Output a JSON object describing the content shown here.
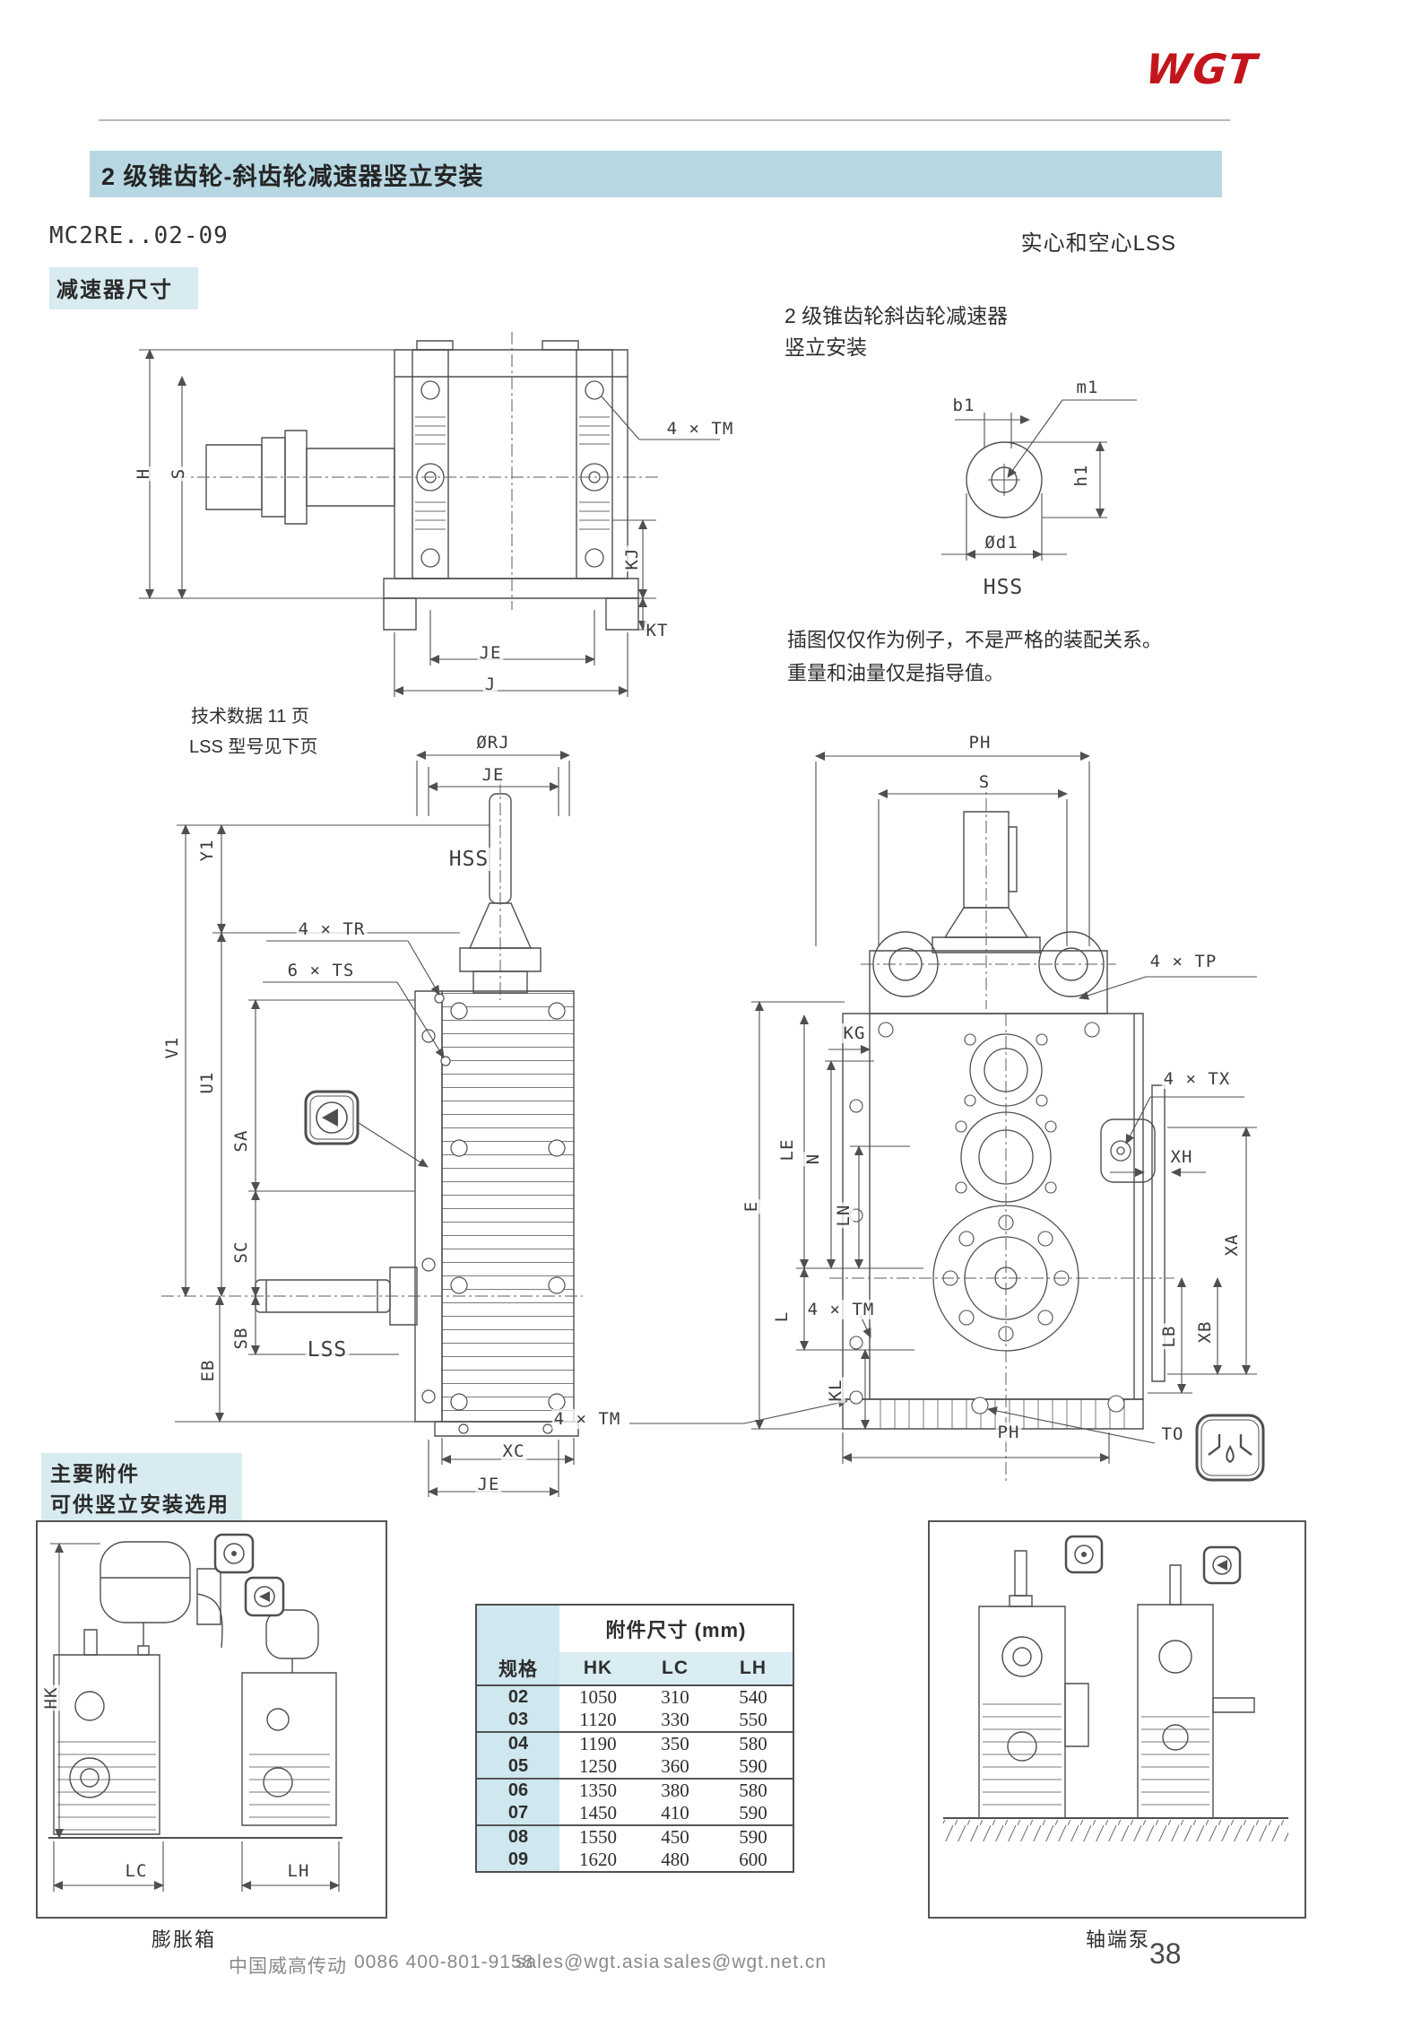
{
  "logo": {
    "text": "WGT"
  },
  "header": {
    "title": "2 级锥齿轮-斜齿轮减速器竖立安装"
  },
  "model_code": "MC2RE..02-09",
  "shaft_type": "实心和空心LSS",
  "section_dimensions": "减速器尺寸",
  "right_heading": {
    "line1": "2 级锥齿轮斜齿轮减速器",
    "line2": "竖立安装"
  },
  "note": {
    "line1": "插图仅仅作为例子，不是严格的装配关系。",
    "line2": "重量和油量仅是指导值。"
  },
  "refs": {
    "tech_data": "技术数据 11 页",
    "lss_model": "LSS 型号见下页"
  },
  "labels": {
    "tl": {
      "h": "H",
      "s": "S",
      "tm": "4 × TM",
      "kj": "KJ",
      "kt": "KT",
      "je": "JE",
      "j": "J"
    },
    "hss": {
      "b1": "b1",
      "m1": "m1",
      "h1": "h1",
      "d1": "Ød1",
      "caption": "HSS"
    },
    "mid": {
      "orj": "ØRJ",
      "je_top": "JE",
      "y1": "Y1",
      "v1": "V1",
      "u1": "U1",
      "sa": "SA",
      "sc": "SC",
      "sb": "SB",
      "eb": "EB",
      "hss": "HSS",
      "tr": "4 × TR",
      "ts": "6 × TS",
      "lss": "LSS",
      "xc": "XC",
      "je_bottom": "JE"
    },
    "right": {
      "ph_top": "PH",
      "s": "S",
      "tp": "4 × TP",
      "kg": "KG",
      "le": "LE",
      "n": "N",
      "ln": "LN",
      "e": "E",
      "l": "L",
      "tm_mid": "4 × TM",
      "kl": "KL",
      "tx": "4 × TX",
      "xh": "XH",
      "xa": "XA",
      "lb": "LB",
      "xb": "XB",
      "ph_bottom": "PH",
      "to": "TO",
      "tm_bottom": "4 × TM"
    },
    "acc": {
      "hk": "HK",
      "lc": "LC",
      "lh": "LH"
    }
  },
  "accessories": {
    "title_line1": "主要附件",
    "title_line2": "可供竖立安装选用",
    "caption_left": "膨胀箱",
    "caption_right": "轴端泵"
  },
  "table": {
    "title": "附件尺寸 (mm)",
    "columns": [
      "规格",
      "HK",
      "LC",
      "LH"
    ],
    "rows": [
      [
        "02",
        "1050",
        "310",
        "540"
      ],
      [
        "03",
        "1120",
        "330",
        "550"
      ],
      [
        "04",
        "1190",
        "350",
        "580"
      ],
      [
        "05",
        "1250",
        "360",
        "590"
      ],
      [
        "06",
        "1350",
        "380",
        "580"
      ],
      [
        "07",
        "1450",
        "410",
        "590"
      ],
      [
        "08",
        "1550",
        "450",
        "590"
      ],
      [
        "09",
        "1620",
        "480",
        "600"
      ]
    ]
  },
  "footer": {
    "company": "中国威高传动",
    "phone": "0086 400-801-9158",
    "email1": "sales@wgt.asia",
    "email2": "sales@wgt.net.cn",
    "page": "38"
  },
  "colors": {
    "header_bg": "#b7d8e3",
    "highlight_bg": "#d8ebf1",
    "table_tint": "#cfe7ef",
    "logo_red": "#c3161c"
  }
}
